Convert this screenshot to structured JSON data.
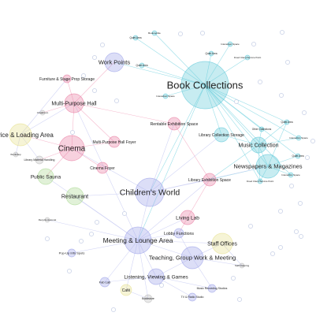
{
  "colors": {
    "teal": "#5ec8d8",
    "pink": "#e87aa0",
    "lavender": "#9aa0e8",
    "yellow": "#e6e08a",
    "green": "#a8d890",
    "grey": "#bbbbbb",
    "edge_teal": "#7fd6e2",
    "edge_pink": "#f2a7c0",
    "edge_lav": "#c7cbf2",
    "edge_grey": "#cccccc"
  },
  "nodes": [
    {
      "id": "book",
      "label": "Book Collections",
      "color": "teal"
    },
    {
      "id": "music",
      "label": "Music Collection",
      "color": "teal"
    },
    {
      "id": "news",
      "label": "Newspapers & Magazines",
      "color": "teal"
    },
    {
      "id": "libstore",
      "label": "Library Collection Storage",
      "color": "teal"
    },
    {
      "id": "libexh",
      "label": "Library Exhibition Space",
      "color": "pink"
    },
    {
      "id": "children",
      "label": "Children's World",
      "color": "lavender"
    },
    {
      "id": "meeting",
      "label": "Meeting & Lounge Area",
      "color": "lavender"
    },
    {
      "id": "teaching",
      "label": "Teaching, Group Work & Meeting",
      "color": "lavender"
    },
    {
      "id": "staff",
      "label": "Staff Offices",
      "color": "yellow"
    },
    {
      "id": "listening",
      "label": "Listening, Viewing & Games",
      "color": "lavender"
    },
    {
      "id": "cinema",
      "label": "Cinema",
      "color": "pink"
    },
    {
      "id": "mph",
      "label": "Multi-Purpose Hall",
      "color": "pink"
    },
    {
      "id": "service",
      "label": "Service & Loading Area",
      "color": "yellow"
    },
    {
      "id": "sauna",
      "label": "Public Sauna",
      "color": "green"
    },
    {
      "id": "restaurant",
      "label": "Restaurant",
      "color": "green"
    },
    {
      "id": "workpoints",
      "label": "Work Points",
      "color": "lavender"
    },
    {
      "id": "furniture",
      "label": "Furniture & Stage Prop Storage",
      "color": "pink"
    },
    {
      "id": "rentable",
      "label": "Rentable Exhibition Space",
      "color": "pink"
    },
    {
      "id": "mphfoyer",
      "label": "Multi-Purpose Hall Foyer",
      "color": "pink"
    },
    {
      "id": "cinfoyer",
      "label": "Cinema Foyer",
      "color": "pink"
    },
    {
      "id": "livinglab",
      "label": "Living Lab",
      "color": "pink"
    },
    {
      "id": "lobby",
      "label": "Lobby Functions",
      "color": "lavender"
    },
    {
      "id": "fablab",
      "label": "Fab Lab",
      "color": "lavender"
    },
    {
      "id": "cafe",
      "label": "Café",
      "color": "yellow"
    },
    {
      "id": "bookstore",
      "label": "Bookstore",
      "color": "grey"
    },
    {
      "id": "popup",
      "label": "Pop-Up Info Spots",
      "color": "lavender"
    },
    {
      "id": "musicrec",
      "label": "Music Recording Studios",
      "color": "lavender"
    },
    {
      "id": "tvradio",
      "label": "TV & Radio Studio",
      "color": "lavender"
    },
    {
      "id": "libmat",
      "label": "Library Material Handling",
      "color": "grey"
    },
    {
      "id": "quiet1",
      "label": "Quiet Area",
      "color": "teal"
    },
    {
      "id": "quiet2",
      "label": "Quiet Area",
      "color": "teal"
    },
    {
      "id": "quiet3",
      "label": "Quiet Area",
      "color": "teal"
    },
    {
      "id": "quiet4",
      "label": "Quiet Area",
      "color": "teal"
    },
    {
      "id": "quiet5",
      "label": "Quiet Area",
      "color": "teal"
    },
    {
      "id": "bookmob",
      "label": "Bookmobile",
      "color": "teal"
    },
    {
      "id": "inter1",
      "label": "Interaction Space",
      "color": "teal"
    },
    {
      "id": "inter2",
      "label": "Interaction Space",
      "color": "teal"
    },
    {
      "id": "inter3",
      "label": "Interaction Space",
      "color": "teal"
    },
    {
      "id": "inter4",
      "label": "Interaction Space",
      "color": "teal"
    },
    {
      "id": "fixed1",
      "label": "Fixed Client Service Point",
      "color": "teal"
    },
    {
      "id": "fixed2",
      "label": "Fixed Client Service Point",
      "color": "teal"
    },
    {
      "id": "other",
      "label": "Other Collections",
      "color": "teal"
    },
    {
      "id": "cloak",
      "label": "Cloakroom",
      "color": "grey"
    },
    {
      "id": "staff2",
      "label": "Staff Catering",
      "color": "grey"
    },
    {
      "id": "workshop",
      "label": "Workshop",
      "color": "grey"
    },
    {
      "id": "recycle",
      "label": "Recycle Automat",
      "color": "grey"
    }
  ],
  "edges": [
    [
      "book",
      "music"
    ],
    [
      "book",
      "news"
    ],
    [
      "book",
      "libstore"
    ],
    [
      "book",
      "quiet1"
    ],
    [
      "book",
      "quiet2"
    ],
    [
      "book",
      "quiet3"
    ],
    [
      "book",
      "quiet4"
    ],
    [
      "book",
      "quiet5"
    ],
    [
      "book",
      "bookmob"
    ],
    [
      "book",
      "inter1"
    ],
    [
      "book",
      "inter2"
    ],
    [
      "book",
      "inter3"
    ],
    [
      "book",
      "inter4"
    ],
    [
      "book",
      "fixed1"
    ],
    [
      "book",
      "fixed2"
    ],
    [
      "book",
      "other"
    ],
    [
      "book",
      "workpoints"
    ],
    [
      "book",
      "meeting"
    ],
    [
      "book",
      "children"
    ],
    [
      "music",
      "news"
    ],
    [
      "music",
      "other"
    ],
    [
      "music",
      "quiet4"
    ],
    [
      "music",
      "inter3"
    ],
    [
      "music",
      "fixed2"
    ],
    [
      "music",
      "libexh"
    ],
    [
      "music",
      "libstore"
    ],
    [
      "news",
      "quiet4"
    ],
    [
      "news",
      "quiet5"
    ],
    [
      "news",
      "inter4"
    ],
    [
      "news",
      "fixed2"
    ],
    [
      "news",
      "libexh"
    ],
    [
      "news",
      "children"
    ],
    [
      "libexh",
      "children"
    ],
    [
      "libexh",
      "meeting"
    ],
    [
      "libexh",
      "livinglab"
    ],
    [
      "libexh",
      "rentable"
    ],
    [
      "children",
      "meeting"
    ],
    [
      "children",
      "cinema"
    ],
    [
      "children",
      "restaurant"
    ],
    [
      "children",
      "libstore"
    ],
    [
      "meeting",
      "teaching"
    ],
    [
      "meeting",
      "staff"
    ],
    [
      "meeting",
      "listening"
    ],
    [
      "meeting",
      "lobby"
    ],
    [
      "meeting",
      "fablab"
    ],
    [
      "meeting",
      "cafe"
    ],
    [
      "meeting",
      "bookstore"
    ],
    [
      "meeting",
      "popup"
    ],
    [
      "meeting",
      "restaurant"
    ],
    [
      "meeting",
      "sauna"
    ],
    [
      "meeting",
      "livinglab"
    ],
    [
      "meeting",
      "mph"
    ],
    [
      "meeting",
      "recycle"
    ],
    [
      "teaching",
      "staff"
    ],
    [
      "teaching",
      "listening"
    ],
    [
      "teaching",
      "musicrec"
    ],
    [
      "teaching",
      "lobby"
    ],
    [
      "teaching",
      "staff2"
    ],
    [
      "listening",
      "tvradio"
    ],
    [
      "listening",
      "musicrec"
    ],
    [
      "listening",
      "fablab"
    ],
    [
      "mph",
      "cinema"
    ],
    [
      "mph",
      "furniture"
    ],
    [
      "mph",
      "mphfoyer"
    ],
    [
      "mph",
      "service"
    ],
    [
      "mph",
      "rentable"
    ],
    [
      "mph",
      "cloak"
    ],
    [
      "mph",
      "workpoints"
    ],
    [
      "cinema",
      "cinfoyer"
    ],
    [
      "cinema",
      "mphfoyer"
    ],
    [
      "cinema",
      "service"
    ],
    [
      "cinema",
      "libmat"
    ],
    [
      "cinema",
      "sauna"
    ],
    [
      "service",
      "libmat"
    ],
    [
      "service",
      "furniture"
    ],
    [
      "service",
      "workshop"
    ],
    [
      "rentable",
      "children"
    ],
    [
      "livinglab",
      "lobby"
    ],
    [
      "staff",
      "staff2"
    ],
    [
      "cafe",
      "bookstore"
    ]
  ]
}
